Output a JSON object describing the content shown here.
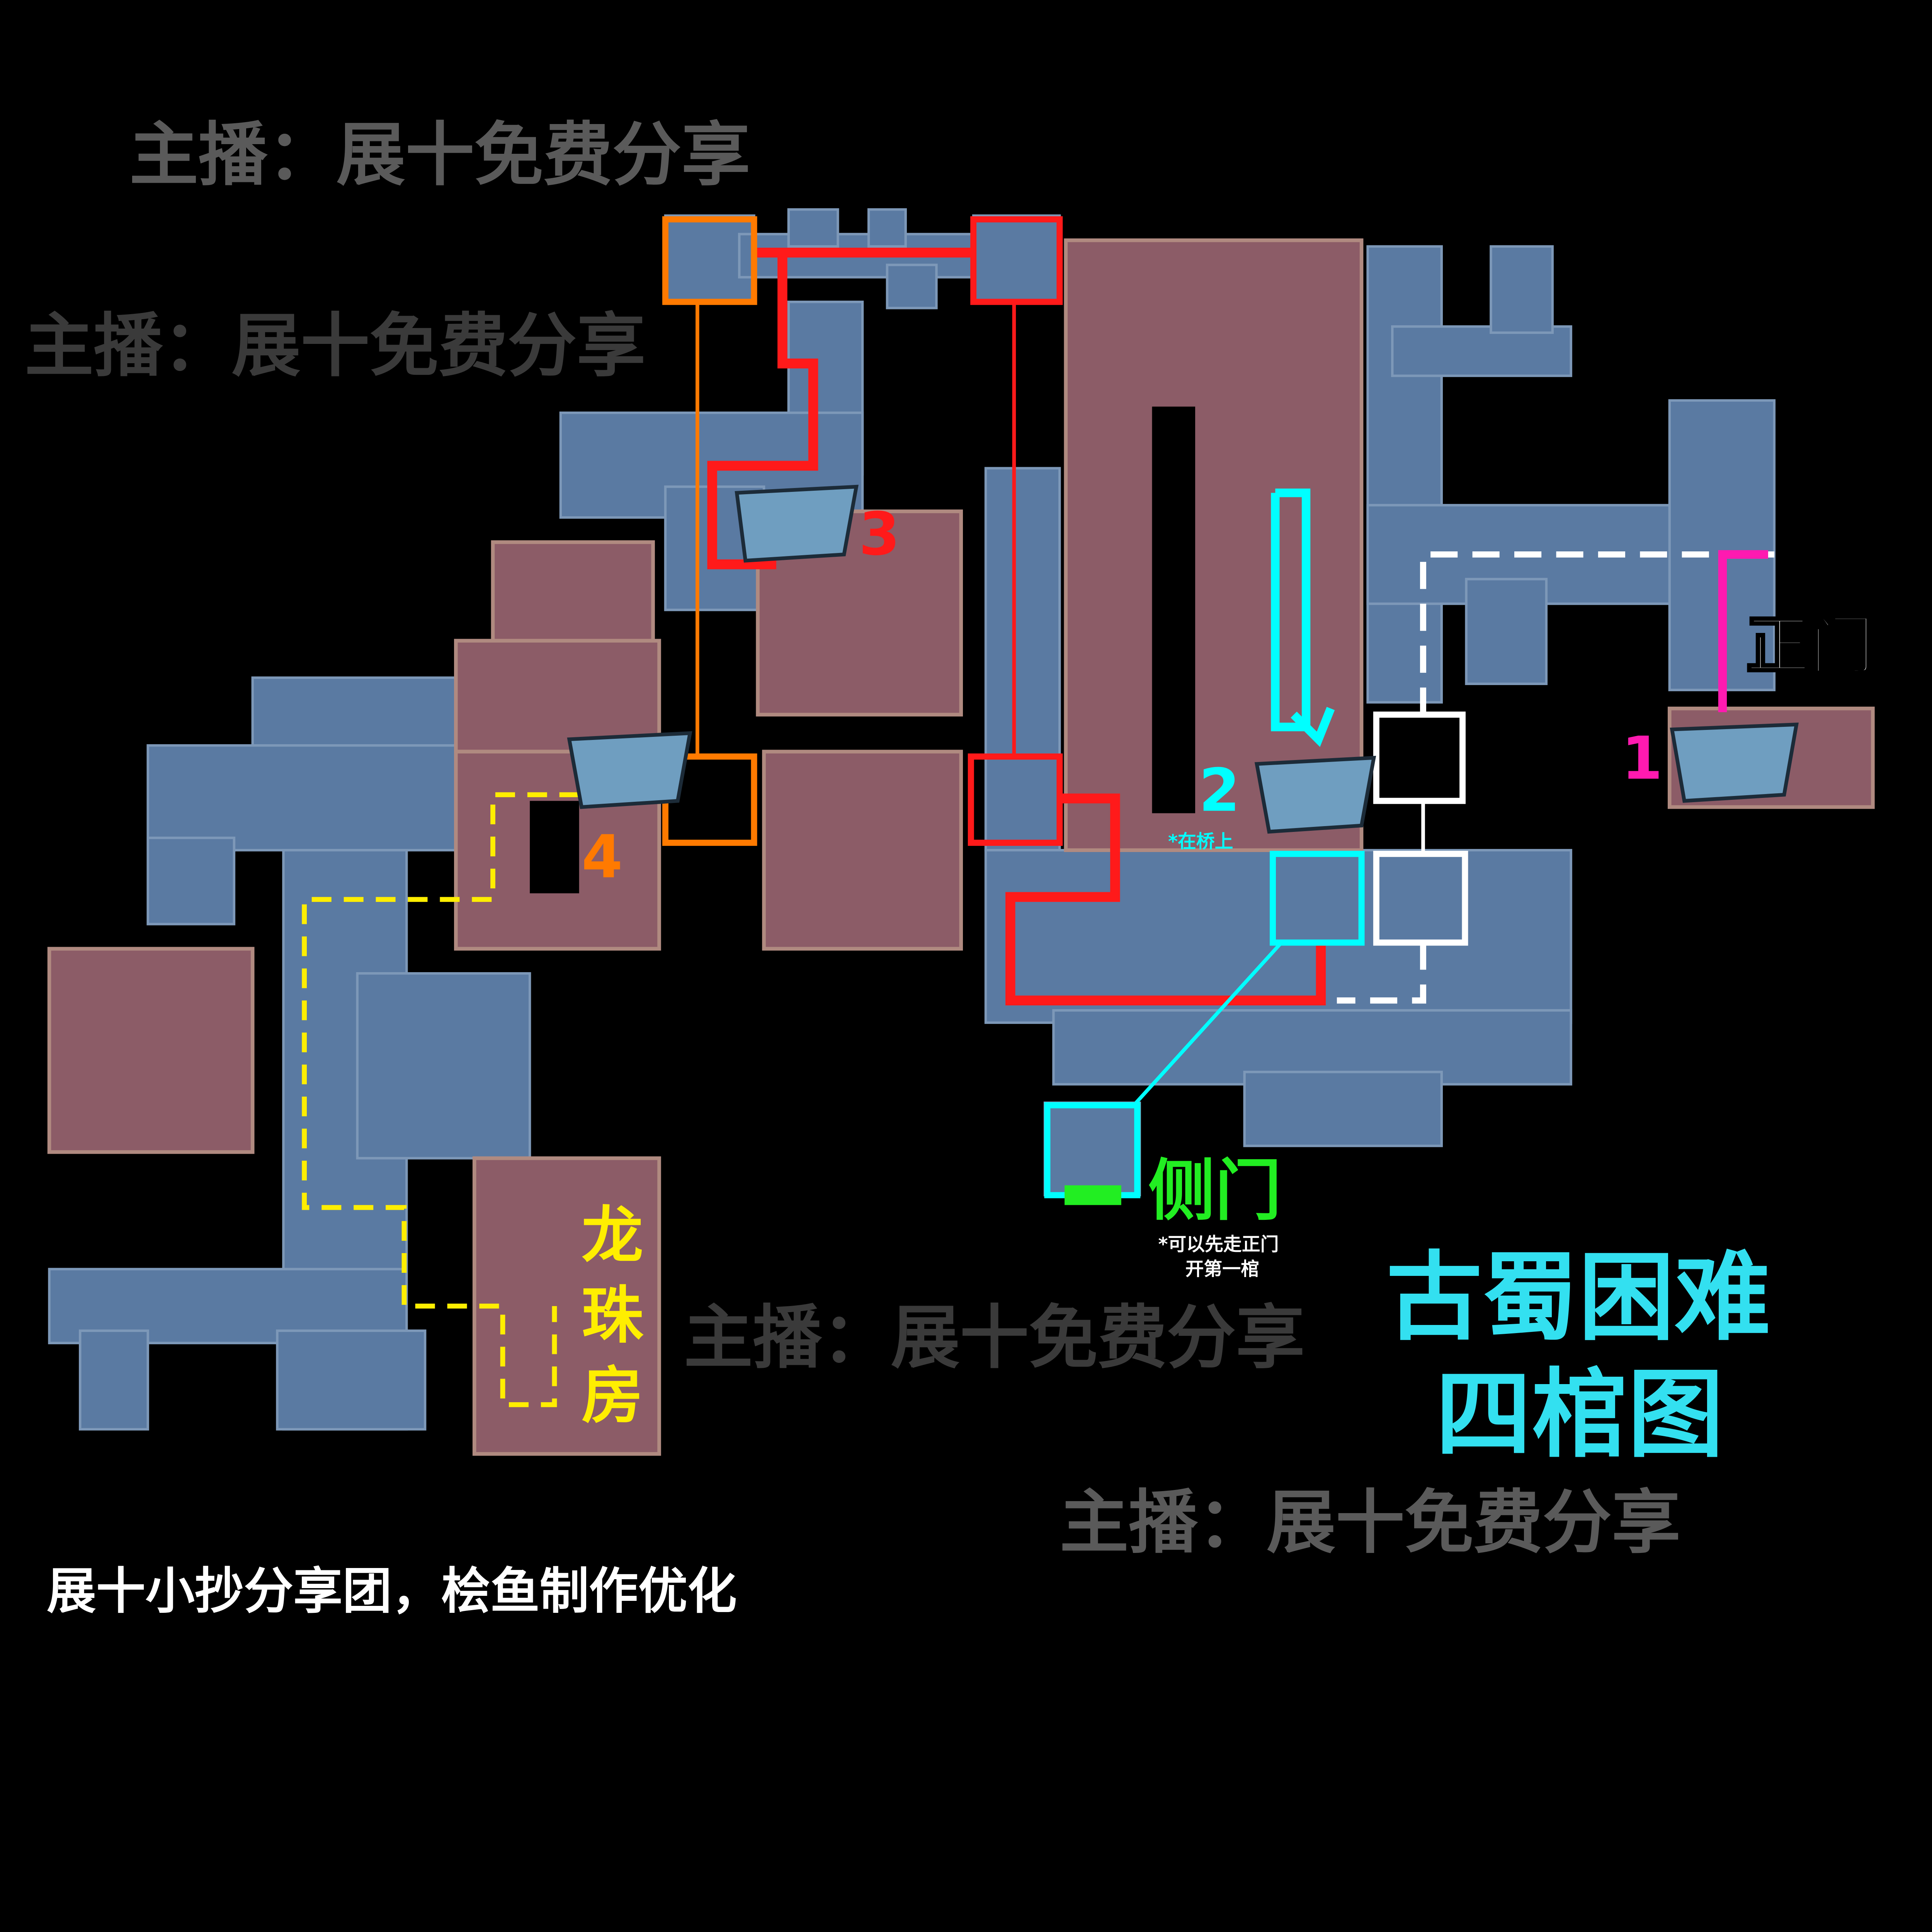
{
  "watermark": "主播：展十免费分享",
  "title": {
    "line1": "古蜀困难",
    "line2": "四棺图"
  },
  "footer": "展十小抄分享团，桧鱼制作优化",
  "markers": {
    "coffin1": {
      "number": "1",
      "color": "#ff1ab0"
    },
    "coffin2": {
      "number": "2",
      "note": "*在桥上",
      "color": "#00ffff"
    },
    "coffin3": {
      "number": "3",
      "color": "#ff1a1a"
    },
    "coffin4": {
      "number": "4",
      "color": "#ff7a00"
    }
  },
  "labels": {
    "main_gate": "正门",
    "side_gate": "侧门",
    "side_gate_note_1": "*可以先走正门",
    "side_gate_note_2": "开第一棺",
    "dragon_pearl_room": [
      "龙",
      "珠",
      "房"
    ]
  },
  "colors": {
    "room_blue": "#5a7aa2",
    "room_pink": "#8c5c67",
    "side_gate": "#22ee22",
    "title": "#33e0f0",
    "dragon_room": "#ffee00"
  }
}
